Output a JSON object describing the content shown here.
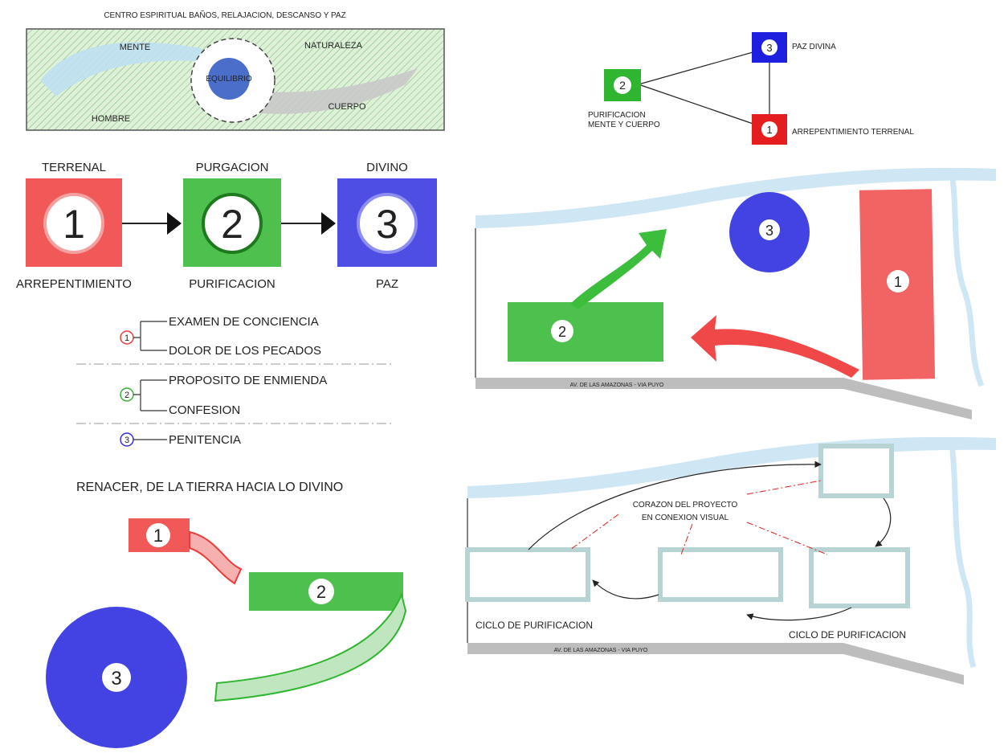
{
  "header": {
    "title": "CENTRO ESPIRITUAL BAÑOS, RELAJACION, DESCANSO Y PAZ"
  },
  "concept_map": {
    "labels": {
      "mente": "MENTE",
      "naturaleza": "NATURALEZA",
      "equilibrio": "EQUILIBRIO",
      "hombre": "HOMBRE",
      "cuerpo": "CUERPO"
    }
  },
  "stages": [
    {
      "number": "1",
      "top_label": "TERRENAL",
      "bottom_label": "ARREPENTIMIENTO",
      "color": "#ee3b3b"
    },
    {
      "number": "2",
      "top_label": "PURGACION",
      "bottom_label": "PURIFICACION",
      "color": "#2fb52f"
    },
    {
      "number": "3",
      "top_label": "DIVINO",
      "bottom_label": "PAZ",
      "color": "#2f2fe0"
    }
  ],
  "steps": {
    "g1": {
      "number": "1",
      "items": [
        "EXAMEN DE CONCIENCIA",
        "DOLOR DE LOS PECADOS"
      ]
    },
    "g2": {
      "number": "2",
      "items": [
        "PROPOSITO DE ENMIENDA",
        "CONFESION"
      ]
    },
    "g3": {
      "number": "3",
      "items": [
        "PENITENCIA"
      ]
    }
  },
  "rebirth": {
    "title": "RENACER, DE LA TIERRA HACIA LO DIVINO",
    "n1": "1",
    "n2": "2",
    "n3": "3"
  },
  "triangle": {
    "n1": "1",
    "n2": "2",
    "n3": "3",
    "label1": "ARREPENTIMIENTO TERRENAL",
    "label2_line1": "PURIFICACION",
    "label2_line2": "MENTE Y CUERPO",
    "label3": "PAZ DIVINA"
  },
  "site_plan_1": {
    "road_label": "AV. DE LAS AMAZONAS - VIA PUYO",
    "n1": "1",
    "n2": "2",
    "n3": "3"
  },
  "site_plan_2": {
    "road_label": "AV. DE LAS AMAZONAS - VIA PUYO",
    "heart_line1": "CORAZON DEL PROYECTO",
    "heart_line2": "EN CONEXION VISUAL",
    "cycle_left": "CICLO DE PURIFICACION",
    "cycle_right": "CICLO DE PURIFICACION"
  },
  "colors": {
    "red": "#ee3b3b",
    "green": "#2fb52f",
    "blue": "#2f2fe0",
    "river": "#cfe6f5",
    "road": "#bdbdbd",
    "pale_box": "#dfeeee"
  }
}
